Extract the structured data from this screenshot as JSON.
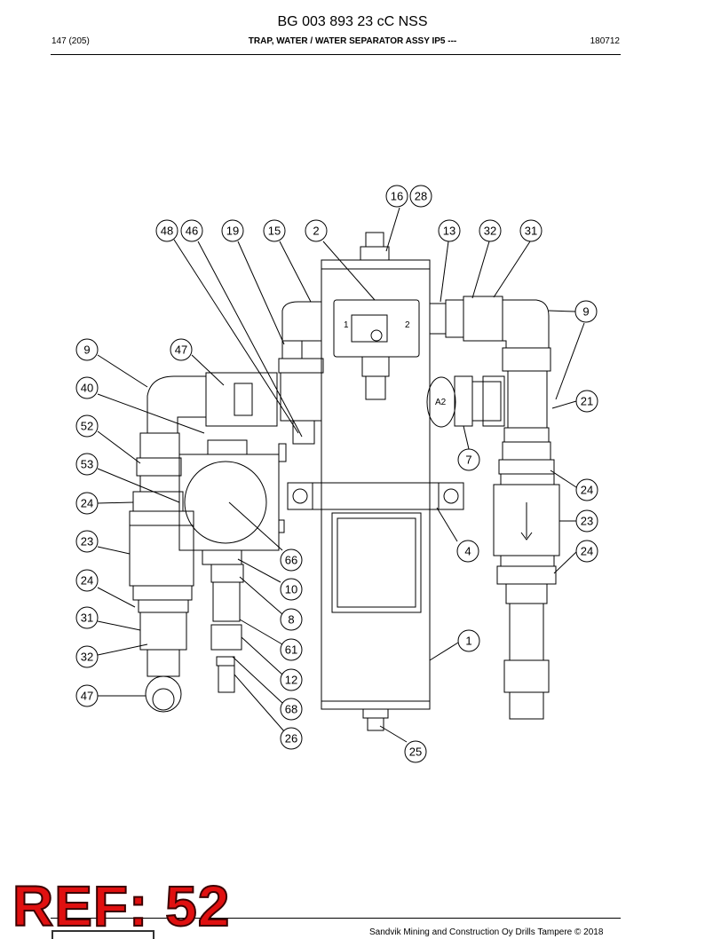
{
  "header": {
    "title": "BG 003 893 23 cC NSS",
    "page": "147 (205)",
    "section": "TRAP, WATER / WATER SEPARATOR ASSY IP5 ---",
    "date": "180712"
  },
  "callouts": [
    "16",
    "28",
    "48",
    "46",
    "19",
    "15",
    "2",
    "13",
    "32",
    "31",
    "9",
    "9",
    "47",
    "40",
    "21",
    "52",
    "7",
    "53",
    "24",
    "24",
    "23",
    "23",
    "4",
    "24",
    "66",
    "24",
    "10",
    "8",
    "31",
    "61",
    "1",
    "32",
    "12",
    "47",
    "68",
    "26",
    "25"
  ],
  "diagram_labels": {
    "port_1": "1",
    "port_2": "2",
    "a2": "A2"
  },
  "stamp": "REF: 52",
  "footer": "Sandvik Mining and Construction Oy Drills Tampere © 2018"
}
